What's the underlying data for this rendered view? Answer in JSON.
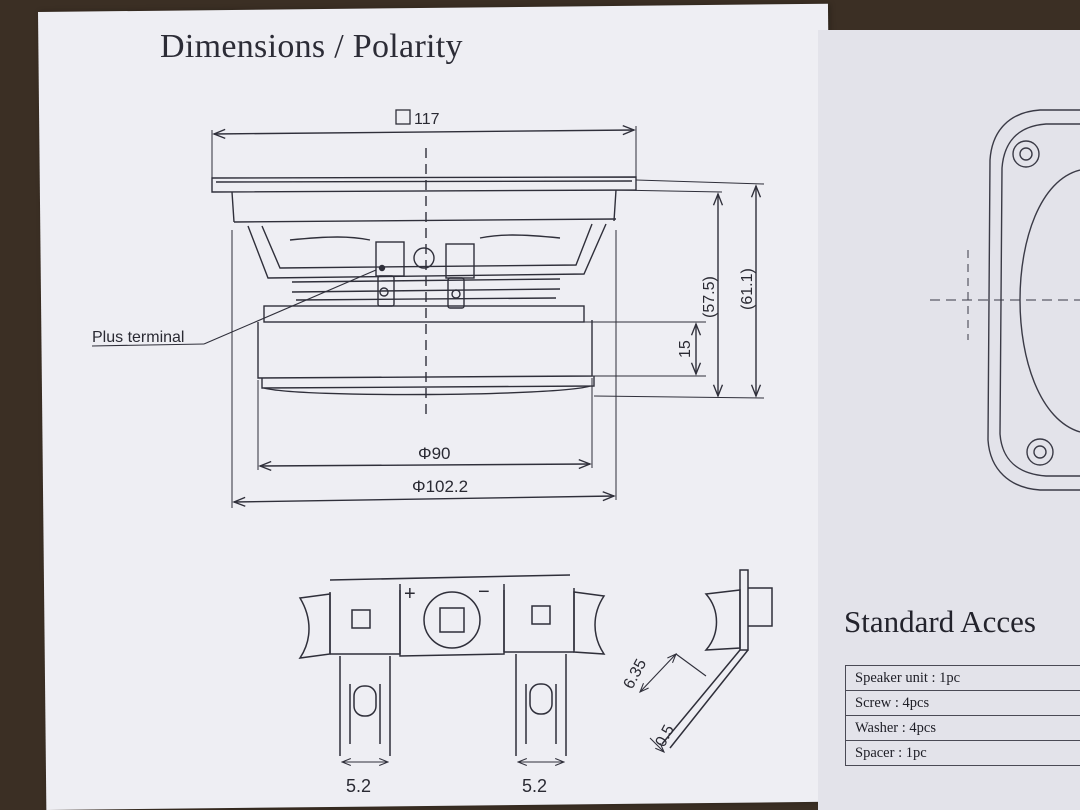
{
  "title": "Dimensions / Polarity",
  "labels": {
    "plus_terminal": "Plus terminal",
    "square_size": "117",
    "diameter_90": "Φ90",
    "diameter_102": "Φ102.2",
    "height_57": "(57.5)",
    "height_61": "(61.1)",
    "depth_15": "15",
    "terminal_w_left": "5.2",
    "terminal_w_right": "5.2",
    "tab_length": "6.35",
    "tab_thickness": "0.5",
    "plus_sign": "+",
    "minus_sign": "−"
  },
  "accessories": {
    "title": "Standard Acces",
    "items": [
      {
        "label": "Speaker unit",
        "qty": "1pc"
      },
      {
        "label": "Screw",
        "qty": "4pcs"
      },
      {
        "label": "Washer",
        "qty": "4pcs"
      },
      {
        "label": "Spacer",
        "qty": "1pc"
      }
    ]
  },
  "colors": {
    "paper": "#eeeef3",
    "line": "#2f2f3a",
    "background": "#3b2f24"
  }
}
